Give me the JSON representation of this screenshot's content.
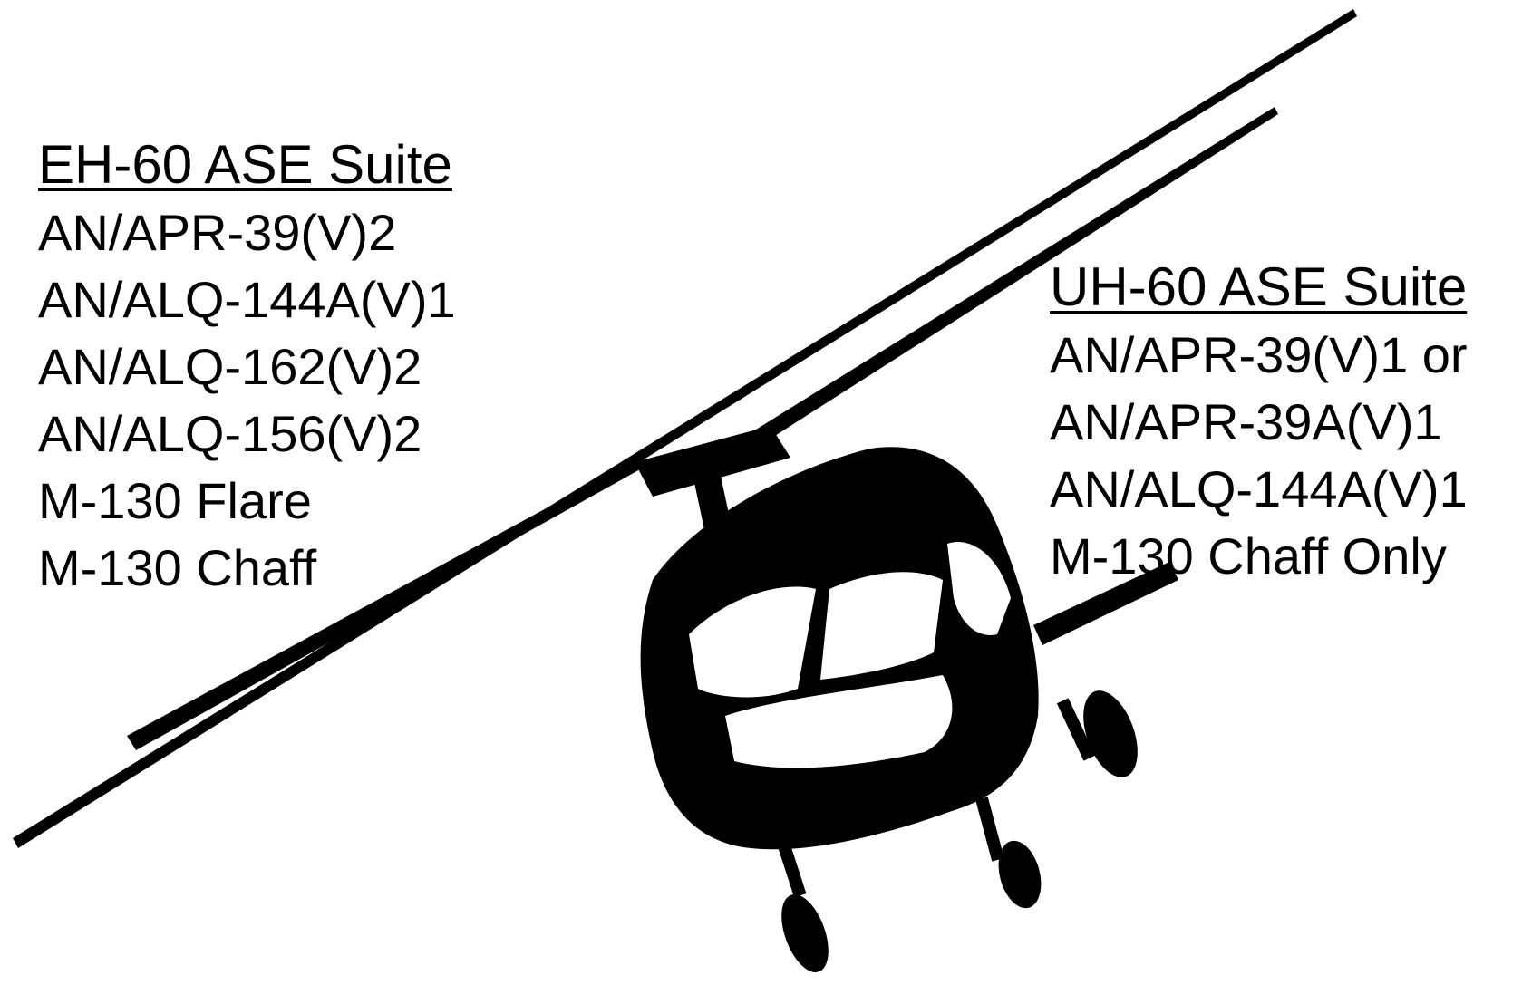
{
  "eh60": {
    "title": "EH-60 ASE Suite",
    "items": [
      "AN/APR-39(V)2",
      "AN/ALQ-144A(V)1",
      "AN/ALQ-162(V)2",
      "AN/ALQ-156(V)2",
      "M-130 Flare",
      "M-130 Chaff"
    ]
  },
  "uh60": {
    "title": "UH-60 ASE Suite",
    "items": [
      "AN/APR-39(V)1 or",
      "AN/APR-39A(V)1",
      "AN/ALQ-144A(V)1",
      "M-130 Chaff Only"
    ]
  },
  "illustration": {
    "icon": "helicopter-silhouette-icon",
    "colors": {
      "ink": "#000000",
      "paper": "#ffffff"
    }
  }
}
